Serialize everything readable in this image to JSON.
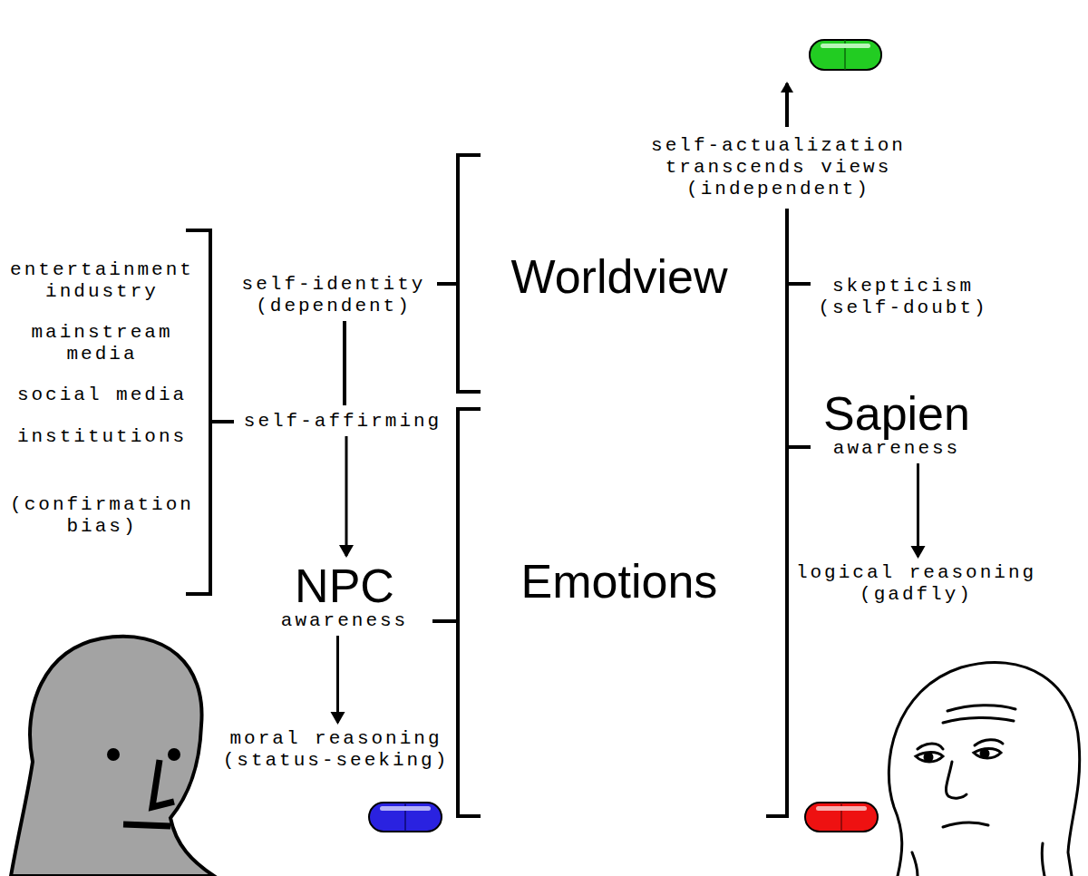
{
  "diagram": {
    "nodes": [
      {
        "text": [
          "self-identity (dependent)"
        ]
      },
      {
        "text": [
          "self-affirming"
        ]
      },
      {
        "text": [
          "NPC",
          "awareness"
        ]
      },
      {
        "text": [
          "moral reasoning (status-seeking)"
        ]
      },
      {
        "text": [
          "self-actualization transcends views (independent)"
        ]
      },
      {
        "text": [
          "skepticism (self-doubt)"
        ]
      },
      {
        "text": [
          "Sapien",
          "awareness"
        ]
      },
      {
        "text": [
          "logical reasoning (gadfly)"
        ]
      }
    ],
    "edges": [
      {
        "from": 0,
        "to": 1,
        "arrow": "none"
      },
      {
        "from": 1,
        "to": 2,
        "arrow": "to"
      },
      {
        "from": 2,
        "to": 3,
        "arrow": "to"
      },
      {
        "from": 6,
        "to": 7,
        "arrow": "to"
      }
    ],
    "labels": [
      "entertainment industry",
      "mainstream media",
      "social media",
      "institutions",
      "(confirmation bias)",
      "Worldview",
      "Emotions"
    ]
  }
}
